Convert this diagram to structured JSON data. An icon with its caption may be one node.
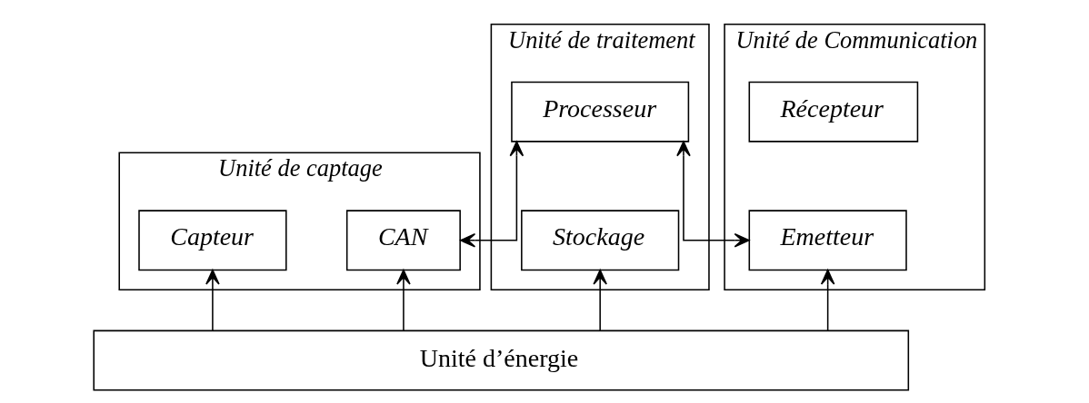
{
  "diagram": {
    "nodes": [
      {
        "text": [
          "Unité de captage"
        ]
      },
      {
        "text": [
          "Capteur"
        ],
        "in": 0
      },
      {
        "text": [
          "CAN"
        ],
        "in": 0
      },
      {
        "text": [
          "Unité de traitement"
        ]
      },
      {
        "text": [
          "Processeur"
        ],
        "in": 3
      },
      {
        "text": [
          "Stockage"
        ],
        "in": 3
      },
      {
        "text": [
          "Unité de Communication"
        ]
      },
      {
        "text": [
          "Récepteur"
        ],
        "in": 6
      },
      {
        "text": [
          "Emetteur"
        ],
        "in": 6
      },
      {
        "text": [
          "Unité d’énergie"
        ]
      }
    ],
    "edges": [
      {
        "from": 2,
        "to": 4,
        "arrow": "both"
      },
      {
        "from": 4,
        "to": 8,
        "arrow": "both"
      },
      {
        "from": 9,
        "to": 1,
        "arrow": "to"
      },
      {
        "from": 9,
        "to": 2,
        "arrow": "to"
      },
      {
        "from": 9,
        "to": 5,
        "arrow": "to"
      },
      {
        "from": 9,
        "to": 8,
        "arrow": "to"
      }
    ]
  }
}
